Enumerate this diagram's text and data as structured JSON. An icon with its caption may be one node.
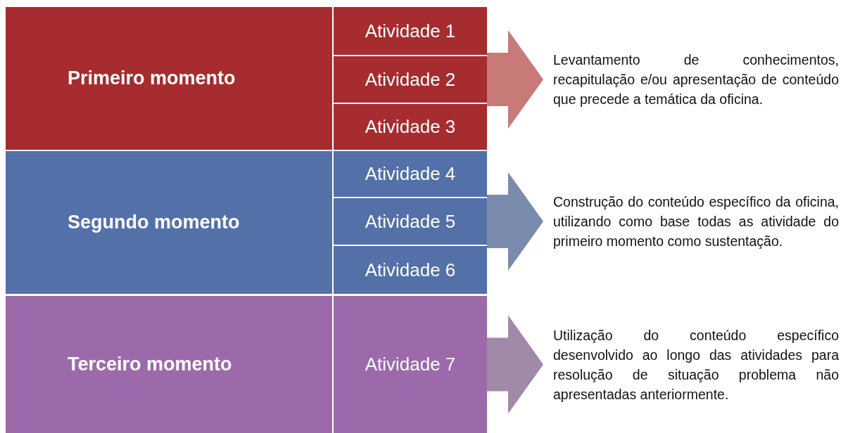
{
  "diagram": {
    "nodes": [
      {
        "text": [
          "Primeiro momento"
        ]
      },
      {
        "text": [
          "Atividade 1"
        ]
      },
      {
        "text": [
          "Atividade 2"
        ]
      },
      {
        "text": [
          "Atividade 3"
        ]
      },
      {
        "text": [
          "Levantamento de conhecimentos, recapitulação e/ou apresentação de conteúdo que precede a temática da oficina."
        ]
      },
      {
        "text": [
          "Segundo momento"
        ]
      },
      {
        "text": [
          "Atividade 4"
        ]
      },
      {
        "text": [
          "Atividade 5"
        ]
      },
      {
        "text": [
          "Atividade 6"
        ]
      },
      {
        "text": [
          "Construção do conteúdo específico da oficina, utilizando como base todas as atividade do primeiro momento como sustentação."
        ]
      },
      {
        "text": [
          "Terceiro momento"
        ]
      },
      {
        "text": [
          "Atividade 7"
        ]
      },
      {
        "text": [
          "Utilização do conteúdo específico desenvolvido ao longo das atividades para resolução de situação problema não apresentadas anteriormente."
        ]
      }
    ],
    "edges": [
      {
        "from": 2,
        "to": 4,
        "arrow": "to",
        "color": "#c77a78"
      },
      {
        "from": 7,
        "to": 9,
        "arrow": "to",
        "color": "#7a8bad"
      },
      {
        "from": 11,
        "to": 12,
        "arrow": "to",
        "color": "#a08aa8"
      }
    ]
  }
}
